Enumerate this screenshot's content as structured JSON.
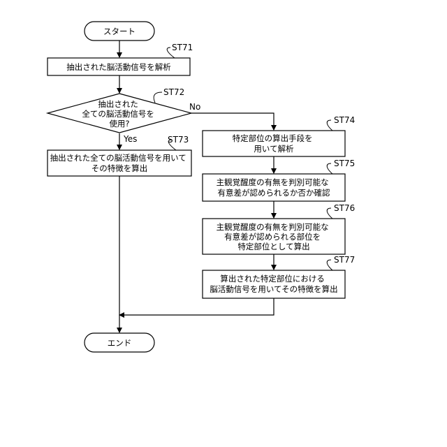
{
  "nodes": {
    "start": {
      "lines": [
        "スタート"
      ]
    },
    "st71": {
      "tag": "ST71",
      "lines": [
        "抽出された脳活動信号を解析"
      ]
    },
    "st72": {
      "tag": "ST72",
      "lines": [
        "抽出された",
        "全ての脳活動信号を",
        "使用?"
      ]
    },
    "st73": {
      "tag": "ST73",
      "lines": [
        "抽出された全ての脳活動信号を用いて",
        "その特徴を算出"
      ]
    },
    "st74": {
      "tag": "ST74",
      "lines": [
        "特定部位の算出手段を",
        "用いて解析"
      ]
    },
    "st75": {
      "tag": "ST75",
      "lines": [
        "主観覚醒度の有無を判別可能な",
        "有意差が認められるか否か確認"
      ]
    },
    "st76": {
      "tag": "ST76",
      "lines": [
        "主観覚醒度の有無を判別可能な",
        "有意差が認められる部位を",
        "特定部位として算出"
      ]
    },
    "st77": {
      "tag": "ST77",
      "lines": [
        "算出された特定部位における",
        "脳活動信号を用いてその特徴を算出"
      ]
    },
    "end": {
      "lines": [
        "エンド"
      ]
    }
  },
  "branches": {
    "yes": "Yes",
    "no": "No"
  }
}
